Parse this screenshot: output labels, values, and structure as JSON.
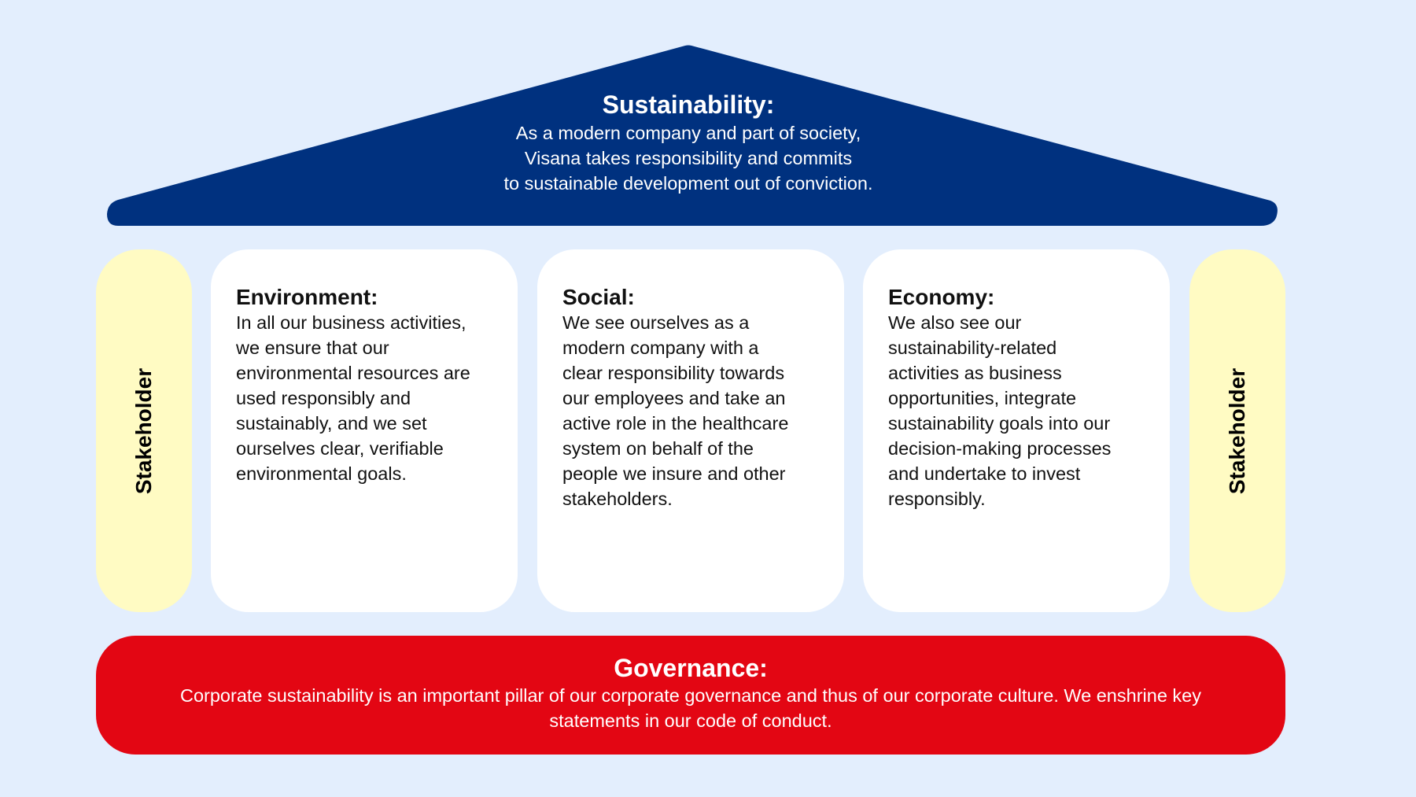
{
  "colors": {
    "background": "#e3eefd",
    "roof": "#00317f",
    "stakeholder": "#fffbc3",
    "pillar": "#ffffff",
    "governance": "#e30613"
  },
  "roof": {
    "title": "Sustainability:",
    "body": "As a modern company and part of society,\nVisana takes responsibility and commits\nto sustainable development out of conviction."
  },
  "stakeholders": {
    "left": "Stakeholder",
    "right": "Stakeholder"
  },
  "pillars": [
    {
      "title": "Environment:",
      "body": "In all our business activities,\nwe ensure that our\nenvironmental resources are\nused responsibly and\nsustainably, and we set\nourselves clear, verifiable\nenvironmental goals."
    },
    {
      "title": "Social:",
      "body": "We see ourselves as a\nmodern company with a\nclear responsibility towards\nour employees and take an\nactive role in the healthcare\nsystem on behalf of the\npeople we insure and other\nstakeholders."
    },
    {
      "title": "Economy:",
      "body": "We also see our\nsustainability-related\nactivities as business\nopportunities, integrate\nsustainability goals into our\ndecision-making processes\nand undertake to invest\nresponsibly."
    }
  ],
  "governance": {
    "title": "Governance:",
    "body": "Corporate sustainability is an important pillar of our corporate governance and thus of our corporate culture. We enshrine key\nstatements in our code of conduct."
  }
}
